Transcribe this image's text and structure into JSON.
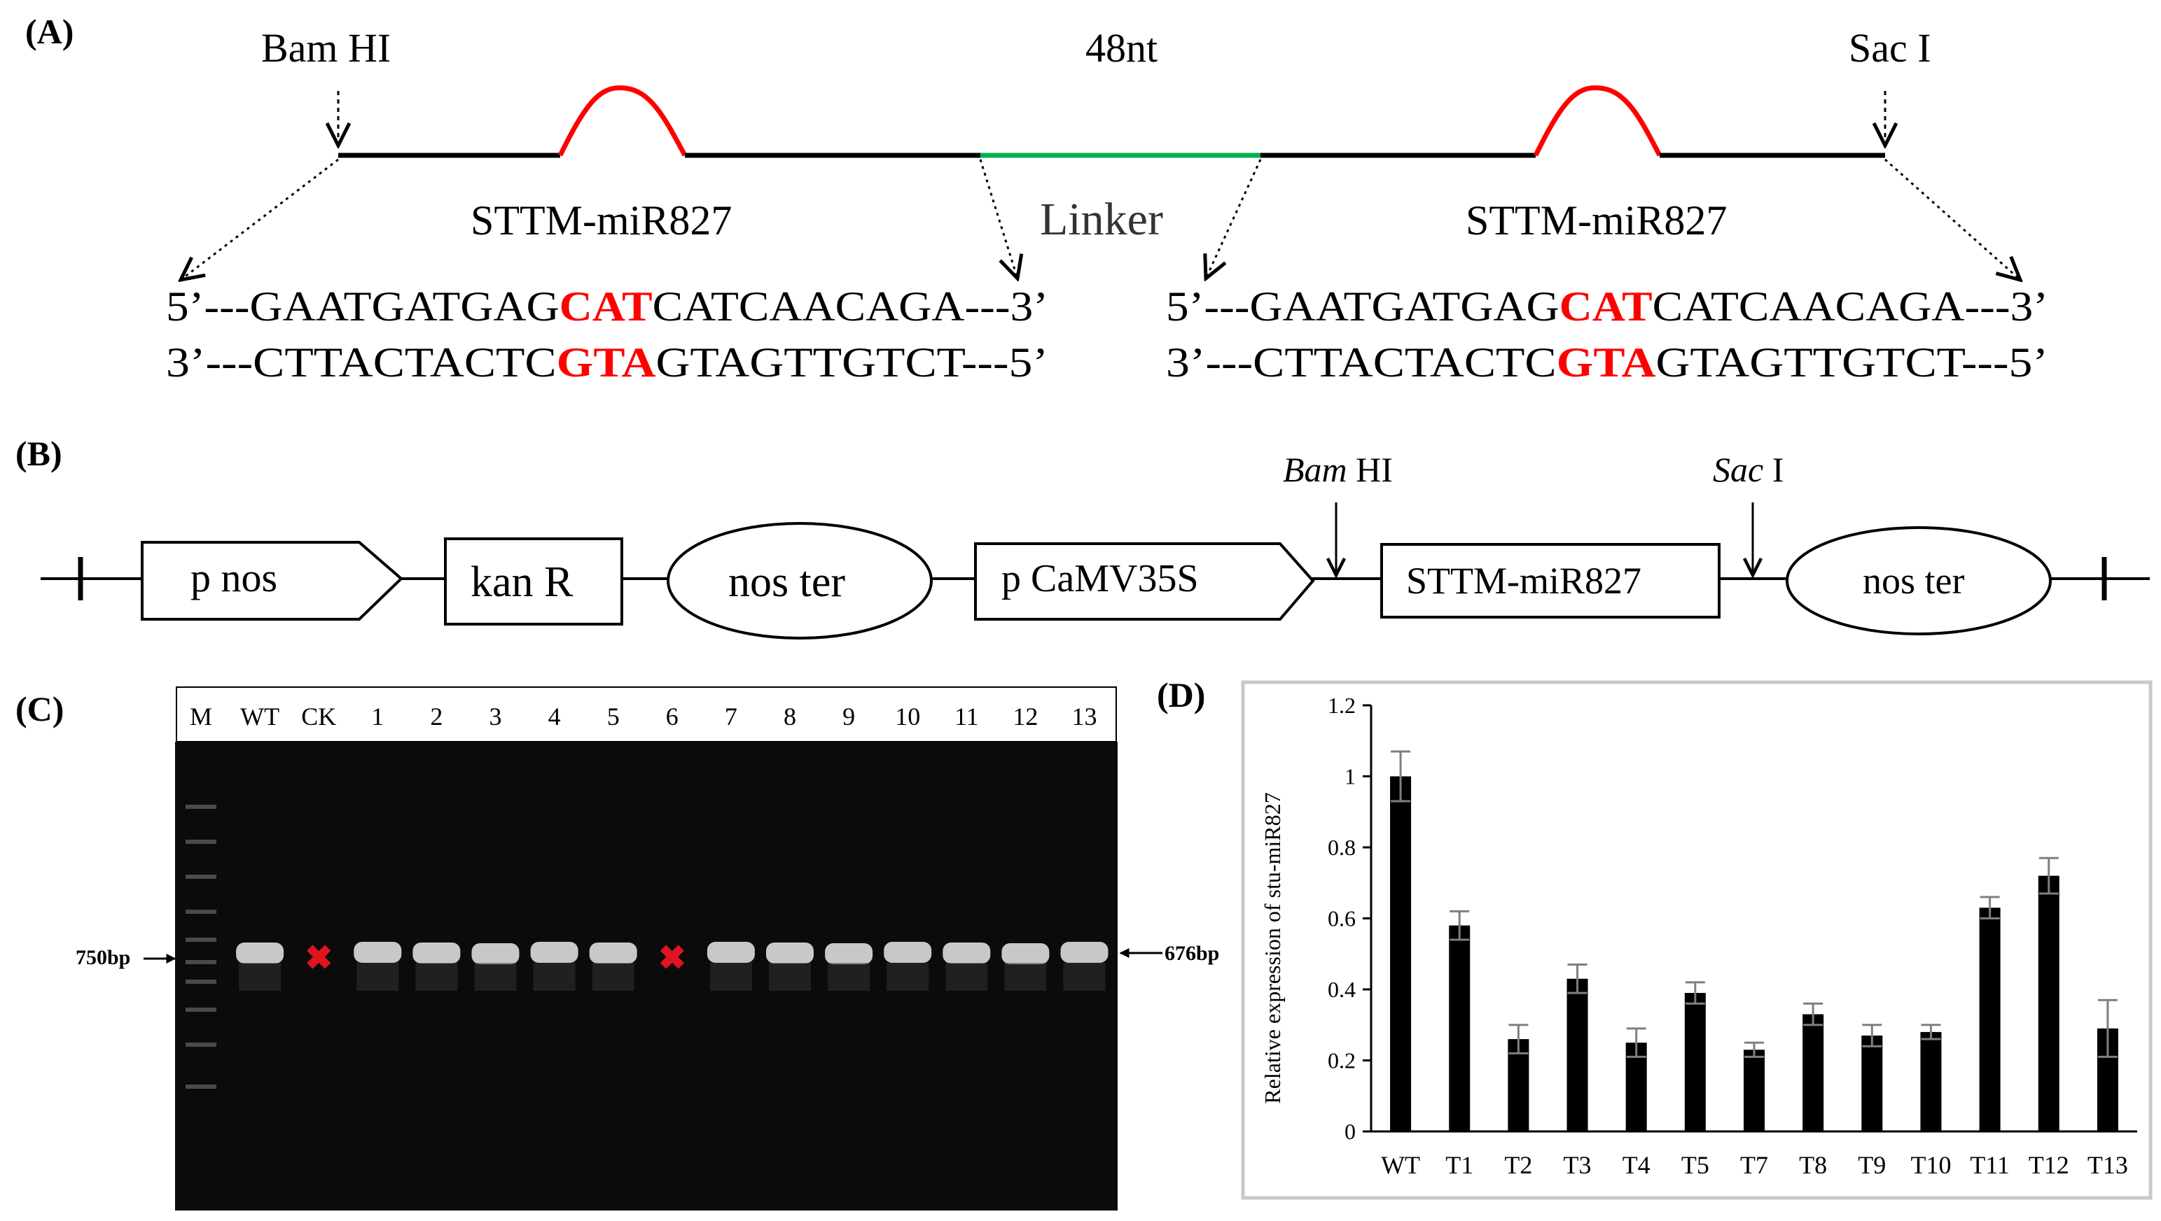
{
  "panelA": {
    "label": "(A)",
    "bam": "Bam HI",
    "sac": "Sac I",
    "nt": "48nt",
    "linker": "Linker",
    "sttm_left": "STTM-miR827",
    "sttm_right": "STTM-miR827",
    "seq_top": {
      "pre": "5’---GAATGATGAG",
      "mid": "CAT",
      "post": "CATCAACAGA---3’"
    },
    "seq_bottom": {
      "pre": "3’---CTTACTACTC",
      "mid": "GTA",
      "post": "GTAGTTGTCT---5’"
    },
    "seq_top2": {
      "pre": "5’---GAATGATGAG",
      "mid": "CAT",
      "post": "CATCAACAGA---3’"
    },
    "seq_bottom2": {
      "pre": "3’---CTTACTACTC",
      "mid": "GTA",
      "post": "GTAGTTGTCT---5’"
    },
    "colors": {
      "loop": "#ff0000",
      "linker": "#00b050",
      "highlight": "#ff0000"
    }
  },
  "panelB": {
    "label": "(B)",
    "pnos": "p nos",
    "kan": "kan R",
    "noster1": "nos ter",
    "camv": "p CaMV35S",
    "bam_italic": "Bam",
    "bam_rest": " HI",
    "sac_italic": "Sac",
    "sac_rest": " I",
    "sttm": "STTM-miR827",
    "noster2": "nos ter"
  },
  "panelC": {
    "label": "(C)",
    "lanes": [
      "M",
      "WT",
      "CK",
      "1",
      "2",
      "3",
      "4",
      "5",
      "6",
      "7",
      "8",
      "9",
      "10",
      "11",
      "12",
      "13"
    ],
    "marker_left": "750bp",
    "marker_right": "676bp",
    "missing_band_lanes": [
      "CK",
      "6"
    ],
    "mark_color": "#e0141e"
  },
  "panelD": {
    "label": "(D)",
    "chart_data": {
      "type": "bar",
      "title": "",
      "xlabel": "",
      "ylabel": "Relative expression of stu-miR827",
      "categories": [
        "WT",
        "T1",
        "T2",
        "T3",
        "T4",
        "T5",
        "T7",
        "T8",
        "T9",
        "T10",
        "T11",
        "T12",
        "T13"
      ],
      "values": [
        1.0,
        0.58,
        0.26,
        0.43,
        0.25,
        0.39,
        0.23,
        0.33,
        0.27,
        0.28,
        0.63,
        0.72,
        0.29
      ],
      "errors": [
        0.07,
        0.04,
        0.04,
        0.04,
        0.04,
        0.03,
        0.02,
        0.03,
        0.03,
        0.02,
        0.03,
        0.05,
        0.08
      ],
      "ylim": [
        0,
        1.2
      ],
      "yticks": [
        "0",
        "0.2",
        "0.4",
        "0.6",
        "0.8",
        "1",
        "1.2"
      ],
      "ytick_values": [
        0,
        0.2,
        0.4,
        0.6,
        0.8,
        1.0,
        1.2
      ],
      "grid": false,
      "bar_color": "#000000"
    }
  }
}
